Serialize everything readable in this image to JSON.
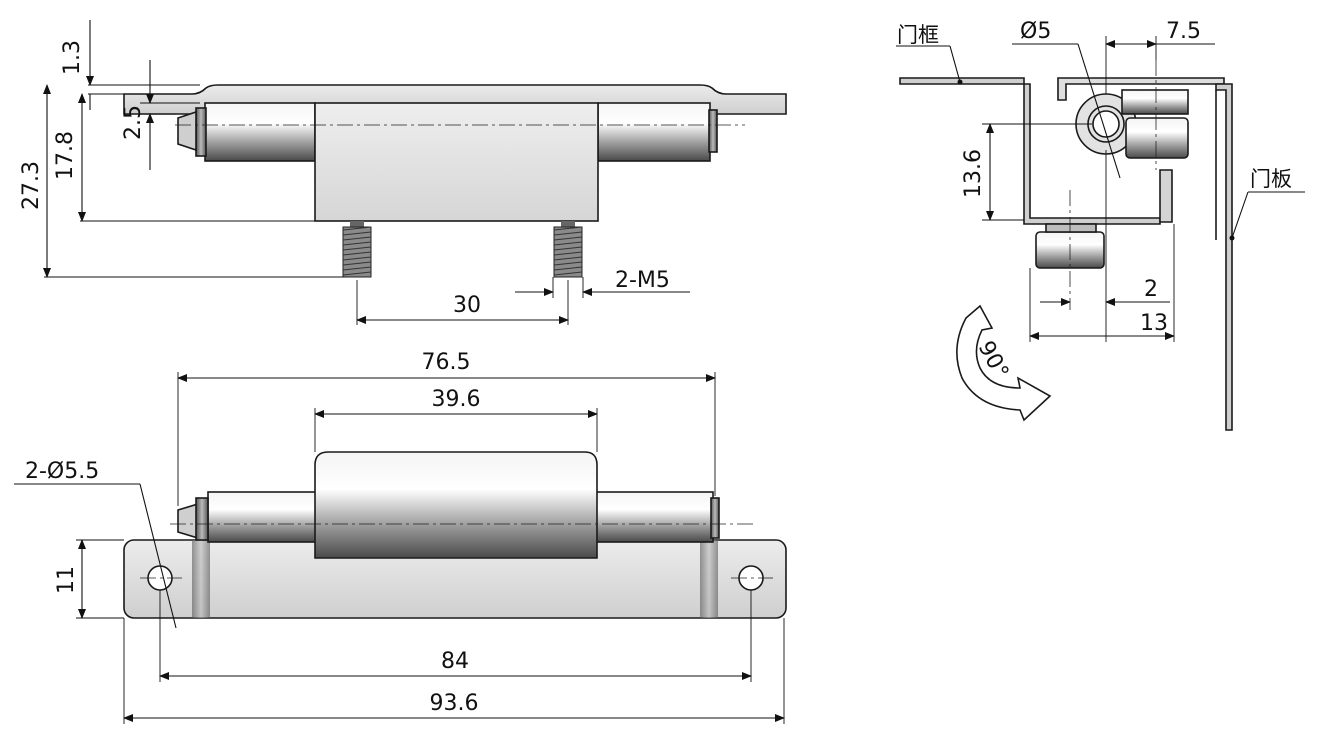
{
  "dimensions": {
    "d_1_3": "1.3",
    "d_2_5": "2.5",
    "d_17_8": "17.8",
    "d_27_3": "27.3",
    "d_30": "30",
    "d_2m5": "2-M5",
    "d_76_5": "76.5",
    "d_39_6": "39.6",
    "d_2phi55": "2-Ø5.5",
    "d_11": "11",
    "d_84": "84",
    "d_93_6": "93.6",
    "d_phi5": "Ø5",
    "d_7_5": "7.5",
    "d_13_6": "13.6",
    "d_2": "2",
    "d_13": "13",
    "d_90": "90°"
  },
  "labels": {
    "door_frame": "门框",
    "door_panel": "门板"
  },
  "colors": {
    "metal_light": "#e6e6e6",
    "metal_mid": "#b8b8b8",
    "metal_dark": "#6a6a6a",
    "line": "#111111"
  }
}
